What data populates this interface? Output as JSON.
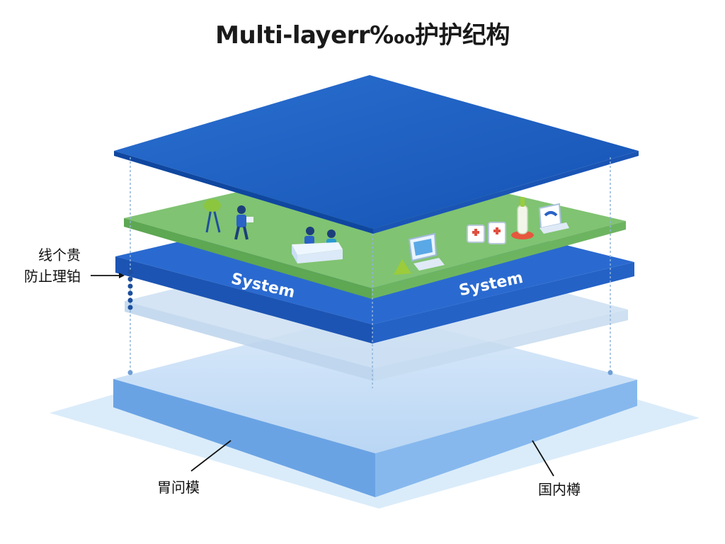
{
  "title": "Multi-layerr‱护护纪构",
  "layers": {
    "top_plate": {
      "color": "#1e62c5"
    },
    "green_plate": {
      "color": "#7cc06e"
    },
    "system_plate": {
      "color": "#1f5fc0",
      "labels": [
        "System",
        "System"
      ]
    },
    "ghost_plate": {
      "color": "#cfe0f2"
    },
    "base_slab": {
      "color": "#7fb2ea"
    },
    "ground": {
      "color": "#d3e8f8"
    }
  },
  "callouts": {
    "left": [
      "线个贵",
      "防止理铂"
    ],
    "bottom_left": "胃问模",
    "bottom_right": "国内樽"
  },
  "icons": [
    "tree-icon",
    "person-icon",
    "people-at-desk-icon",
    "computer-icon",
    "cone-icon",
    "medical-kit-icon",
    "bottle-icon",
    "monitor-icon"
  ]
}
